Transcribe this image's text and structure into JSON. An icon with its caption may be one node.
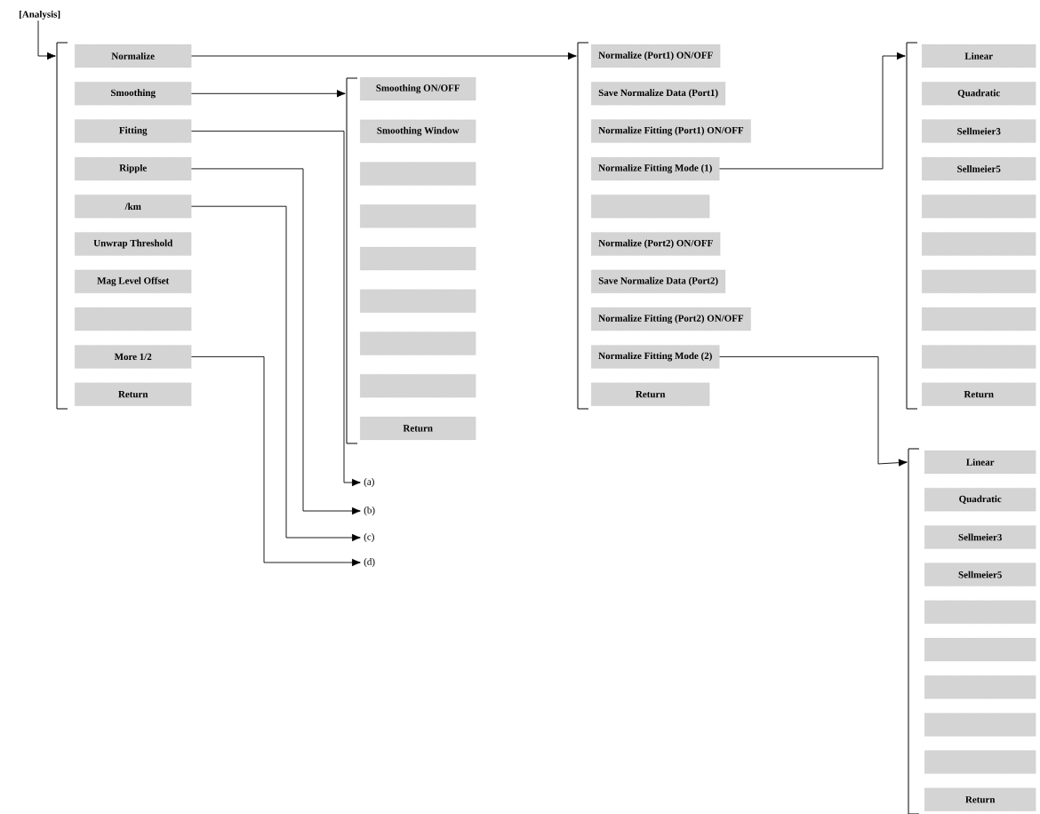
{
  "diagram": {
    "nodes": [
      {
        "text": [
          "[Analysis]"
        ]
      },
      {
        "text": [],
        "shape": "bracket"
      },
      {
        "text": [
          "Normalize"
        ]
      },
      {
        "text": [
          "Smoothing"
        ]
      },
      {
        "text": [
          "Fitting"
        ]
      },
      {
        "text": [
          "Ripple"
        ]
      },
      {
        "text": [
          "/km"
        ]
      },
      {
        "text": [
          "Unwrap Threshold"
        ]
      },
      {
        "text": [
          "Mag Level Offset"
        ]
      },
      {
        "text": [],
        "shape": "box"
      },
      {
        "text": [
          "More 1/2"
        ]
      },
      {
        "text": [
          "Return"
        ]
      },
      {
        "text": [],
        "shape": "bracket"
      },
      {
        "text": [
          "Smoothing ON/OFF"
        ]
      },
      {
        "text": [
          "Smoothing Window"
        ]
      },
      {
        "text": [],
        "shape": "box"
      },
      {
        "text": [],
        "shape": "box"
      },
      {
        "text": [],
        "shape": "box"
      },
      {
        "text": [],
        "shape": "box"
      },
      {
        "text": [],
        "shape": "box"
      },
      {
        "text": [],
        "shape": "box"
      },
      {
        "text": [
          "Return"
        ]
      },
      {
        "text": [],
        "shape": "bracket"
      },
      {
        "text": [
          "Normalize (Port1) ON/OFF"
        ]
      },
      {
        "text": [
          "Save Normalize Data (Port1)"
        ]
      },
      {
        "text": [
          "Normalize Fitting (Port1) ON/OFF"
        ]
      },
      {
        "text": [
          "Normalize Fitting Mode (1)"
        ]
      },
      {
        "text": [],
        "shape": "box"
      },
      {
        "text": [
          "Normalize (Port2) ON/OFF"
        ]
      },
      {
        "text": [
          "Save Normalize Data (Port2)"
        ]
      },
      {
        "text": [
          "Normalize Fitting (Port2) ON/OFF"
        ]
      },
      {
        "text": [
          "Normalize Fitting Mode (2)"
        ]
      },
      {
        "text": [
          "Return"
        ]
      },
      {
        "text": [],
        "shape": "bracket"
      },
      {
        "text": [
          "Linear"
        ]
      },
      {
        "text": [
          "Quadratic"
        ]
      },
      {
        "text": [
          "Sellmeier3"
        ]
      },
      {
        "text": [
          "Sellmeier5"
        ]
      },
      {
        "text": [],
        "shape": "box"
      },
      {
        "text": [],
        "shape": "box"
      },
      {
        "text": [],
        "shape": "box"
      },
      {
        "text": [],
        "shape": "box"
      },
      {
        "text": [],
        "shape": "box"
      },
      {
        "text": [
          "Return"
        ]
      },
      {
        "text": [],
        "shape": "bracket"
      },
      {
        "text": [
          "Linear"
        ]
      },
      {
        "text": [
          "Quadratic"
        ]
      },
      {
        "text": [
          "Sellmeier3"
        ]
      },
      {
        "text": [
          "Sellmeier5"
        ]
      },
      {
        "text": [],
        "shape": "box"
      },
      {
        "text": [],
        "shape": "box"
      },
      {
        "text": [],
        "shape": "box"
      },
      {
        "text": [],
        "shape": "box"
      },
      {
        "text": [],
        "shape": "box"
      },
      {
        "text": [
          "Return"
        ]
      },
      {
        "text": [
          "(a)"
        ]
      },
      {
        "text": [
          "(b)"
        ]
      },
      {
        "text": [
          "(c)"
        ]
      },
      {
        "text": [
          "(d)"
        ]
      }
    ],
    "edges": [
      {
        "from": 0,
        "to": 1,
        "arrow": "to"
      },
      {
        "from": 2,
        "to": 22,
        "arrow": "to"
      },
      {
        "from": 3,
        "to": 12,
        "arrow": "to"
      },
      {
        "from": 4,
        "to": 55,
        "arrow": "to"
      },
      {
        "from": 5,
        "to": 56,
        "arrow": "to"
      },
      {
        "from": 6,
        "to": 57,
        "arrow": "to"
      },
      {
        "from": 10,
        "to": 58,
        "arrow": "to"
      },
      {
        "from": 26,
        "to": 33,
        "arrow": "to"
      },
      {
        "from": 31,
        "to": 44,
        "arrow": "to"
      }
    ]
  }
}
